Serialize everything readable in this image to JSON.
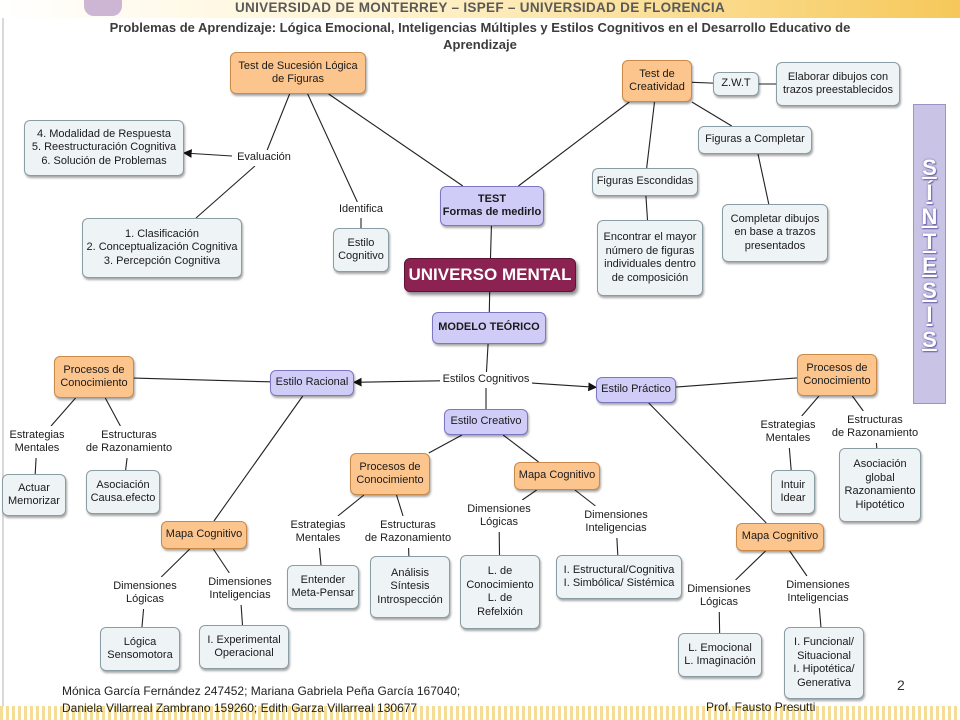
{
  "header": {
    "university": "UNIVERSIDAD DE MONTERREY – ISPEF – UNIVERSIDAD DE FLORENCIA",
    "title": "Problemas de Aprendizaje: Lógica Emocional, Inteligencias Múltiples y Estilos Cognitivos en el Desarrollo Educativo de Aprendizaje"
  },
  "side_banner": "S\nÍ\nN\nT\nE\nS\nI\nS",
  "footer": {
    "authors_line1": "Mónica García Fernández 247452; Mariana Gabriela Peña García 167040;",
    "authors_line2": "Daniela Villarreal Zambrano 159260; Edith Garza Villarreal 130677",
    "professor": "Prof. Fausto Presutti",
    "page_number": "2"
  },
  "diagram": {
    "nodes": [
      {
        "id": "universo",
        "style": "universo",
        "text": "UNIVERSO MENTAL"
      },
      {
        "id": "test",
        "style": "purple",
        "text": "TEST\nFormas de medirlo"
      },
      {
        "id": "modelo",
        "style": "purple",
        "text": "MODELO TEÓRICO"
      },
      {
        "id": "sucesion",
        "style": "orange",
        "text": "Test  de Sucesión Lógica\nde Figuras"
      },
      {
        "id": "evaluacion",
        "style": "label",
        "text": "Evaluación"
      },
      {
        "id": "eval_a",
        "style": "box",
        "text": "4. Modalidad de Respuesta\n5. Reestructuración Cognitiva\n6. Solución de Problemas"
      },
      {
        "id": "eval_b",
        "style": "box",
        "text": "1. Clasificación\n2. Conceptualización Cognitiva\n3. Percepción Cognitiva"
      },
      {
        "id": "identifica",
        "style": "label",
        "text": "Identifica"
      },
      {
        "id": "estilo_cog",
        "style": "box",
        "text": "Estilo\nCognitivo"
      },
      {
        "id": "creatividad",
        "style": "orange",
        "text": "Test de\nCreatividad"
      },
      {
        "id": "zwt",
        "style": "box",
        "text": "Z.W.T"
      },
      {
        "id": "elaborar",
        "style": "box",
        "text": "Elaborar dibujos con\ntrazos preestablecidos"
      },
      {
        "id": "fig_completar",
        "style": "box",
        "text": "Figuras a Completar"
      },
      {
        "id": "fig_escondidas",
        "style": "box",
        "text": "Figuras Escondidas"
      },
      {
        "id": "encontrar",
        "style": "box",
        "text": "Encontrar el mayor\nnúmero de figuras\nindividuales dentro\nde composición"
      },
      {
        "id": "completar",
        "style": "box",
        "text": "Completar dibujos\nen base a trazos\npresentados"
      },
      {
        "id": "estilos_cog",
        "style": "label",
        "text": "Estilos Cognitivos"
      },
      {
        "id": "racional",
        "style": "purple",
        "text": "Estilo Racional"
      },
      {
        "id": "practico",
        "style": "purple",
        "text": "Estilo Práctico"
      },
      {
        "id": "creativo",
        "style": "purple",
        "text": "Estilo Creativo"
      },
      {
        "id": "r_proc",
        "style": "orange",
        "text": "Procesos de\nConocimiento"
      },
      {
        "id": "r_estr",
        "style": "label",
        "text": "Estrategias\nMentales"
      },
      {
        "id": "r_razo",
        "style": "label",
        "text": "Estructuras\nde Razonamiento"
      },
      {
        "id": "r_actuar",
        "style": "box",
        "text": "Actuar\nMemorizar"
      },
      {
        "id": "r_asoc",
        "style": "box",
        "text": "Asociación\nCausa.efecto"
      },
      {
        "id": "r_mapa",
        "style": "orange",
        "text": "Mapa Cognitivo"
      },
      {
        "id": "r_dlog",
        "style": "label",
        "text": "Dimensiones\nLógicas"
      },
      {
        "id": "r_dint",
        "style": "label",
        "text": "Dimensiones\nInteligencias"
      },
      {
        "id": "r_logica",
        "style": "box",
        "text": "Lógica\nSensomotora"
      },
      {
        "id": "r_exp",
        "style": "box",
        "text": "I. Experimental\nOperacional"
      },
      {
        "id": "c_proc",
        "style": "orange",
        "text": "Procesos de\nConocimiento"
      },
      {
        "id": "c_estr",
        "style": "label",
        "text": "Estrategias\nMentales"
      },
      {
        "id": "c_razo",
        "style": "label",
        "text": "Estructuras\nde Razonamiento"
      },
      {
        "id": "c_entender",
        "style": "box",
        "text": "Entender\nMeta-Pensar"
      },
      {
        "id": "c_analisis",
        "style": "box",
        "text": "Análisis\nSíntesis\nIntrospección"
      },
      {
        "id": "c_mapa",
        "style": "orange",
        "text": "Mapa Cognitivo"
      },
      {
        "id": "c_dlog",
        "style": "label",
        "text": "Dimensiones\nLógicas"
      },
      {
        "id": "c_dint",
        "style": "label",
        "text": "Dimensiones\nInteligencias"
      },
      {
        "id": "c_lconoc",
        "style": "box",
        "text": "L. de\nConocimiento\nL. de\nRefelxión"
      },
      {
        "id": "c_estruct",
        "style": "box",
        "text": "I. Estructural/Cognitiva\nI. Simbólica/ Sistémica"
      },
      {
        "id": "p_proc",
        "style": "orange",
        "text": "Procesos de\nConocimiento"
      },
      {
        "id": "p_estr",
        "style": "label",
        "text": "Estrategias\nMentales"
      },
      {
        "id": "p_razo",
        "style": "label",
        "text": "Estructuras\nde Razonamiento"
      },
      {
        "id": "p_intuir",
        "style": "box",
        "text": "Intuir\nIdear"
      },
      {
        "id": "p_asoc",
        "style": "box",
        "text": "Asociación\nglobal\nRazonamiento\nHipotético"
      },
      {
        "id": "p_mapa",
        "style": "orange",
        "text": "Mapa Cognitivo"
      },
      {
        "id": "p_dlog",
        "style": "label",
        "text": "Dimensiones\nLógicas"
      },
      {
        "id": "p_dint",
        "style": "label",
        "text": "Dimensiones\nInteligencias"
      },
      {
        "id": "p_lemoc",
        "style": "box",
        "text": "L. Emocional\nL. Imaginación"
      },
      {
        "id": "p_func",
        "style": "box",
        "text": "I. Funcional/\nSituacional\nI. Hipotética/\nGenerativa"
      }
    ],
    "edges": [
      {
        "from": "test",
        "to": "universo"
      },
      {
        "from": "modelo",
        "to": "universo"
      },
      {
        "from": "sucesion",
        "to": "test"
      },
      {
        "from": "creatividad",
        "to": "test"
      },
      {
        "from": "sucesion",
        "to": "evaluacion"
      },
      {
        "from": "evaluacion",
        "to": "eval_a",
        "arrow": true
      },
      {
        "from": "evaluacion",
        "to": "eval_b"
      },
      {
        "from": "sucesion",
        "to": "identifica"
      },
      {
        "from": "identifica",
        "to": "estilo_cog"
      },
      {
        "from": "creatividad",
        "to": "zwt"
      },
      {
        "from": "zwt",
        "to": "elaborar"
      },
      {
        "from": "creatividad",
        "to": "fig_completar"
      },
      {
        "from": "creatividad",
        "to": "fig_escondidas"
      },
      {
        "from": "fig_escondidas",
        "to": "encontrar"
      },
      {
        "from": "fig_completar",
        "to": "completar"
      },
      {
        "from": "modelo",
        "to": "estilos_cog"
      },
      {
        "from": "estilos_cog",
        "to": "racional",
        "arrow": true
      },
      {
        "from": "estilos_cog",
        "to": "practico",
        "arrow": true
      },
      {
        "from": "estilos_cog",
        "to": "creativo"
      },
      {
        "from": "racional",
        "to": "r_proc"
      },
      {
        "from": "racional",
        "to": "r_mapa"
      },
      {
        "from": "r_proc",
        "to": "r_estr"
      },
      {
        "from": "r_proc",
        "to": "r_razo"
      },
      {
        "from": "r_estr",
        "to": "r_actuar"
      },
      {
        "from": "r_razo",
        "to": "r_asoc"
      },
      {
        "from": "r_mapa",
        "to": "r_dlog"
      },
      {
        "from": "r_mapa",
        "to": "r_dint"
      },
      {
        "from": "r_dlog",
        "to": "r_logica"
      },
      {
        "from": "r_dint",
        "to": "r_exp"
      },
      {
        "from": "creativo",
        "to": "c_proc"
      },
      {
        "from": "creativo",
        "to": "c_mapa"
      },
      {
        "from": "c_proc",
        "to": "c_estr"
      },
      {
        "from": "c_proc",
        "to": "c_razo"
      },
      {
        "from": "c_estr",
        "to": "c_entender"
      },
      {
        "from": "c_razo",
        "to": "c_analisis"
      },
      {
        "from": "c_mapa",
        "to": "c_dlog"
      },
      {
        "from": "c_mapa",
        "to": "c_dint"
      },
      {
        "from": "c_dlog",
        "to": "c_lconoc"
      },
      {
        "from": "c_dint",
        "to": "c_estruct"
      },
      {
        "from": "practico",
        "to": "p_proc"
      },
      {
        "from": "practico",
        "to": "p_mapa"
      },
      {
        "from": "p_proc",
        "to": "p_estr"
      },
      {
        "from": "p_proc",
        "to": "p_razo"
      },
      {
        "from": "p_estr",
        "to": "p_intuir"
      },
      {
        "from": "p_razo",
        "to": "p_asoc"
      },
      {
        "from": "p_mapa",
        "to": "p_dlog"
      },
      {
        "from": "p_mapa",
        "to": "p_dint"
      },
      {
        "from": "p_dlog",
        "to": "p_lemoc"
      },
      {
        "from": "p_dint",
        "to": "p_func"
      }
    ]
  }
}
